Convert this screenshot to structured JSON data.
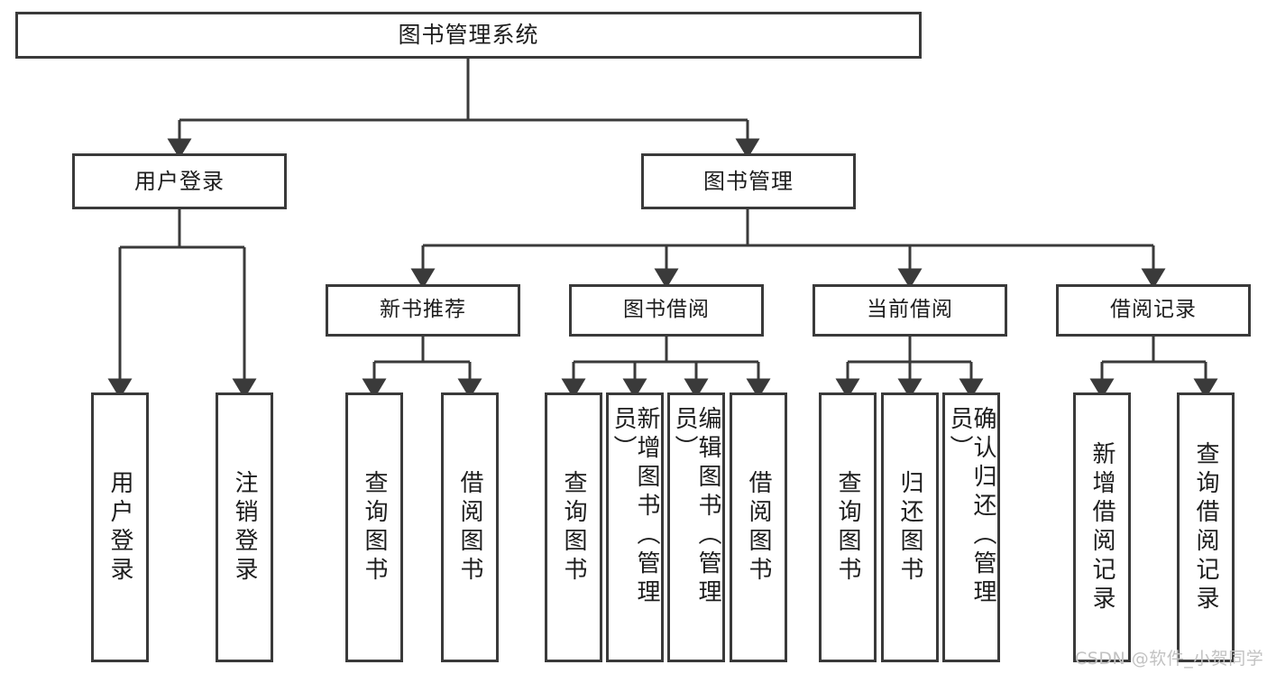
{
  "diagram": {
    "title": "图书管理系统",
    "type": "tree-hierarchy-chart",
    "root": {
      "label": "图书管理系统"
    },
    "level2": [
      {
        "label": "用户登录"
      },
      {
        "label": "图书管理"
      }
    ],
    "level3": [
      {
        "label": "新书推荐"
      },
      {
        "label": "图书借阅"
      },
      {
        "label": "当前借阅"
      },
      {
        "label": "借阅记录"
      }
    ],
    "leaves": [
      {
        "label": "用户登录"
      },
      {
        "label": "注销登录"
      },
      {
        "label": "查询图书"
      },
      {
        "label": "借阅图书"
      },
      {
        "label": "查询图书"
      },
      {
        "label": "新增图书（管理员）"
      },
      {
        "label": "编辑图书（管理员）"
      },
      {
        "label": "借阅图书"
      },
      {
        "label": "查询图书"
      },
      {
        "label": "归还图书"
      },
      {
        "label": "确认归还（管理员）"
      },
      {
        "label": "新增借阅记录"
      },
      {
        "label": "查询借阅记录"
      }
    ],
    "watermark": "CSDN @软件_小贺同学",
    "colors": {
      "stroke": "#3a3a3a",
      "fill": "#ffffff",
      "text": "#1d1d1d",
      "watermark": "#c2c2c2"
    }
  }
}
